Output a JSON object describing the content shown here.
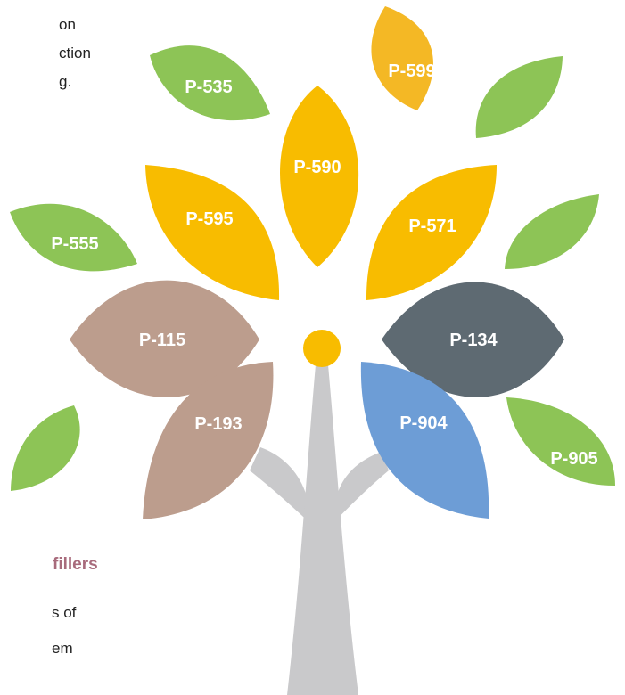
{
  "colors": {
    "green": "#8dc456",
    "yellow": "#f8bc00",
    "amber": "#f4b825",
    "tan": "#bc9d8d",
    "slate": "#5e6a72",
    "blue": "#6d9dd6",
    "trunk": "#c9c9cb",
    "heading": "#a86b7c"
  },
  "left_text": {
    "line1": "on",
    "line2": "ction",
    "line3": "g.",
    "heading": "fillers",
    "line4": "s of",
    "line5": "em"
  },
  "leaves": {
    "p535": "P-535",
    "p599": "P-599",
    "p590": "P-590",
    "p595": "P-595",
    "p571": "P-571",
    "p555": "P-555",
    "p115": "P-115",
    "p134": "P-134",
    "p193": "P-193",
    "p904": "P-904",
    "p905": "P-905"
  }
}
